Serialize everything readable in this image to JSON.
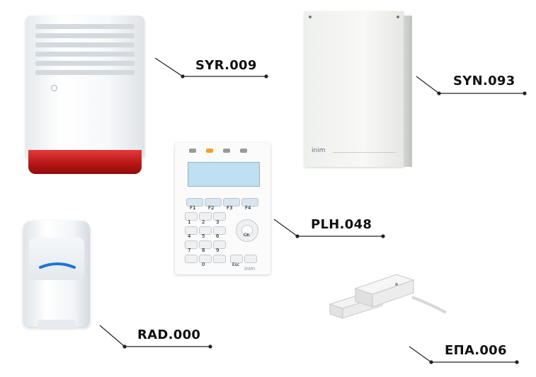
{
  "products": {
    "siren": {
      "code": "SYR.009"
    },
    "panel": {
      "code": "SYN.093",
      "brand": "inim"
    },
    "keypad": {
      "code": "PLH.048",
      "brand": "inim",
      "function_keys": [
        "F1",
        "F2",
        "F3",
        "F4"
      ],
      "number_keys": [
        "1",
        "2",
        "3",
        "4",
        "5",
        "6",
        "7",
        "8",
        "9",
        "0"
      ],
      "other_keys": [
        "Esc",
        "OK"
      ]
    },
    "detector": {
      "code": "RAD.000"
    },
    "contact": {
      "code": "ΕΠΑ.006"
    }
  },
  "colors": {
    "siren_lens": "#c41f1f",
    "keypad_screen": "#bfe0ef",
    "detector_lens_accent": "#1e74d6",
    "leader_line": "#222222"
  }
}
